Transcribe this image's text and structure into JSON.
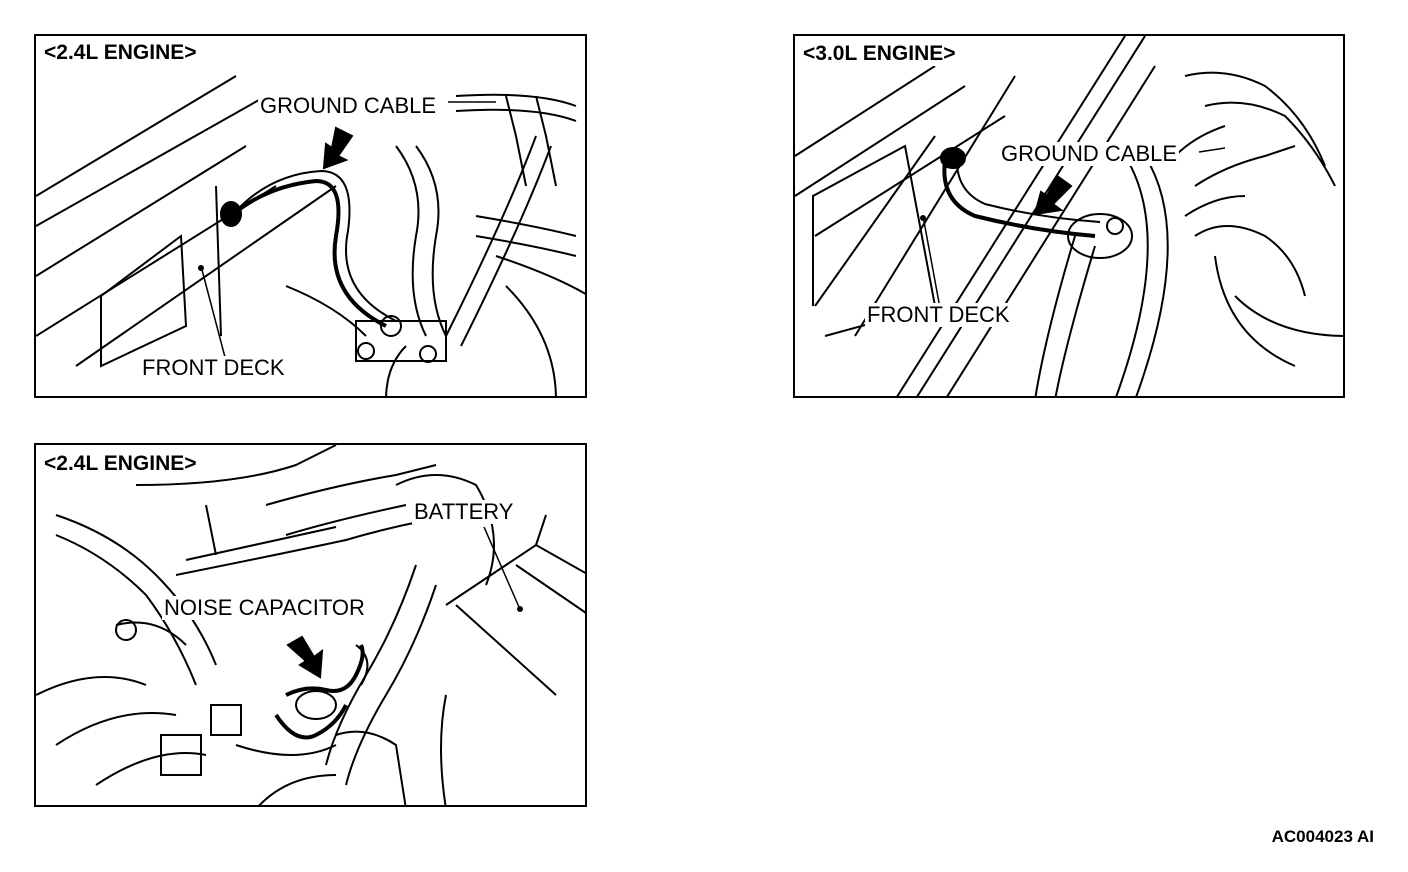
{
  "panels": {
    "top_left": {
      "title": "<2.4L ENGINE>",
      "labels": {
        "ground_cable": "GROUND CABLE",
        "front_deck": "FRONT DECK"
      }
    },
    "top_right": {
      "title": "<3.0L ENGINE>",
      "labels": {
        "ground_cable": "GROUND CABLE",
        "front_deck": "FRONT DECK"
      }
    },
    "bottom_left": {
      "title": "<2.4L ENGINE>",
      "labels": {
        "battery": "BATTERY",
        "noise_capacitor": "NOISE CAPACITOR"
      }
    }
  },
  "figure_id": "AC004023 AI"
}
